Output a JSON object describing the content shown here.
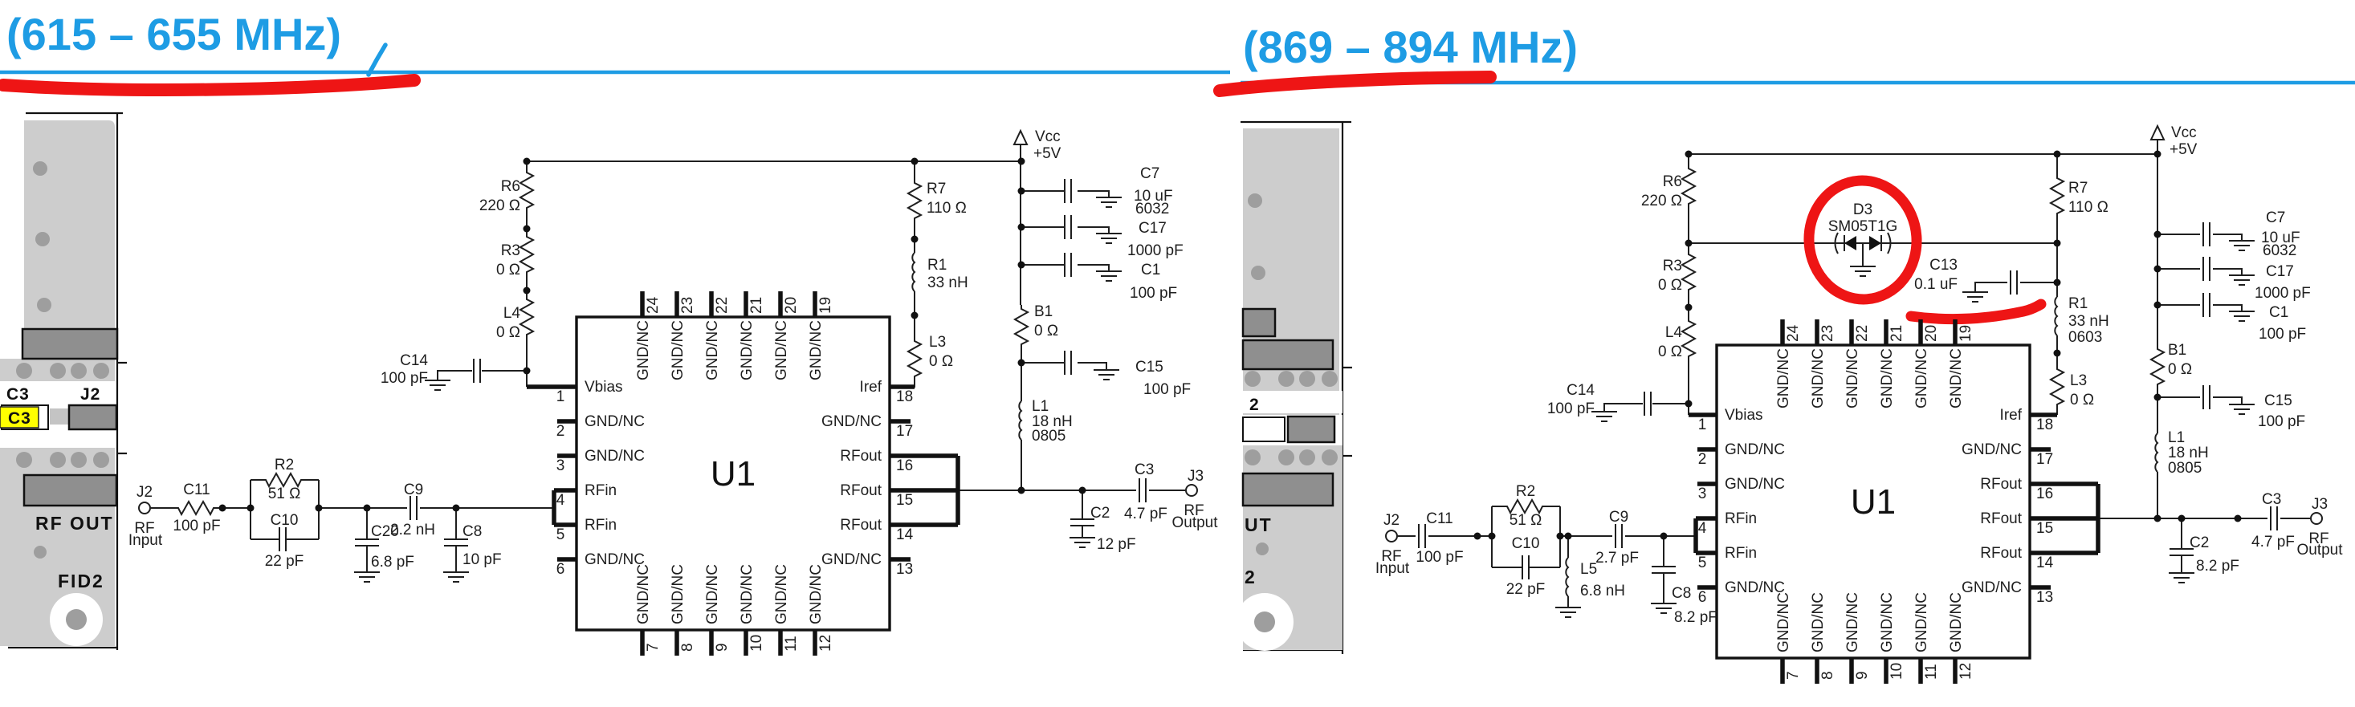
{
  "colors": {
    "accent_blue": "#1e9ce4",
    "annotation_red": "#ee1515"
  },
  "left": {
    "title": "(615 – 655 MHz)",
    "pcb": {
      "top_ref": "C3",
      "top_conn": "J2",
      "highlight": "C3",
      "port": "RF OUT",
      "fiducial": "FID2"
    },
    "supply": {
      "net": "Vcc",
      "voltage": "+5V"
    },
    "parts": {
      "r6": {
        "ref": "R6",
        "value": "220 Ω"
      },
      "r3": {
        "ref": "R3",
        "value": "0 Ω"
      },
      "l4": {
        "ref": "L4",
        "value": "0 Ω"
      },
      "c14": {
        "ref": "C14",
        "value": "100 pF"
      },
      "r7": {
        "ref": "R7",
        "value": "110 Ω"
      },
      "r1": {
        "ref": "R1",
        "value": "33 nH"
      },
      "l3": {
        "ref": "L3",
        "value": "0 Ω"
      },
      "c7": {
        "ref": "C7",
        "value": "10 uF",
        "pkg": "6032"
      },
      "c17": {
        "ref": "C17",
        "value": "1000 pF"
      },
      "c1": {
        "ref": "C1",
        "value": "100 pF"
      },
      "b1": {
        "ref": "B1",
        "value": "0 Ω"
      },
      "c15": {
        "ref": "C15",
        "value": "100 pF"
      },
      "l1": {
        "ref": "L1",
        "value": "18 nH",
        "pkg": "0805"
      },
      "j2": {
        "ref": "J2",
        "l1": "RF",
        "l2": "Input"
      },
      "c11": {
        "ref": "C11",
        "value": "100 pF"
      },
      "r2": {
        "ref": "R2",
        "value": "51 Ω"
      },
      "c10": {
        "ref": "C10",
        "value": "22 pF"
      },
      "c20": {
        "ref": "C20",
        "value": "6.8 pF"
      },
      "c9": {
        "ref": "C9",
        "value": "2.2 nH"
      },
      "c8": {
        "ref": "C8",
        "value": "10 pF"
      },
      "c2": {
        "ref": "C2",
        "value": "12 pF"
      },
      "c3": {
        "ref": "C3",
        "value": "4.7 pF"
      },
      "j3": {
        "ref": "J3",
        "l1": "RF",
        "l2": "Output"
      }
    },
    "ic": {
      "ref": "U1",
      "left": [
        {
          "n": "1",
          "label": "Vbias"
        },
        {
          "n": "2",
          "label": "GND/NC"
        },
        {
          "n": "3",
          "label": "GND/NC"
        },
        {
          "n": "4",
          "label": "RFin"
        },
        {
          "n": "5",
          "label": "RFin"
        },
        {
          "n": "6",
          "label": "GND/NC"
        }
      ],
      "right": [
        {
          "n": "18",
          "label": "Iref"
        },
        {
          "n": "17",
          "label": "GND/NC"
        },
        {
          "n": "16",
          "label": "RFout"
        },
        {
          "n": "15",
          "label": "RFout"
        },
        {
          "n": "14",
          "label": "RFout"
        },
        {
          "n": "13",
          "label": "GND/NC"
        }
      ],
      "top": [
        {
          "n": "24",
          "label": "GND/NC"
        },
        {
          "n": "23",
          "label": "GND/NC"
        },
        {
          "n": "22",
          "label": "GND/NC"
        },
        {
          "n": "21",
          "label": "GND/NC"
        },
        {
          "n": "20",
          "label": "GND/NC"
        },
        {
          "n": "19",
          "label": "GND/NC"
        }
      ],
      "bottom": [
        {
          "n": "7",
          "label": "GND/NC"
        },
        {
          "n": "8",
          "label": "GND/NC"
        },
        {
          "n": "9",
          "label": "GND/NC"
        },
        {
          "n": "10",
          "label": "GND/NC"
        },
        {
          "n": "11",
          "label": "GND/NC"
        },
        {
          "n": "12",
          "label": "GND/NC"
        }
      ]
    }
  },
  "right": {
    "title": "(869 – 894 MHz)",
    "pcb": {
      "top_conn": "2",
      "port": "UT",
      "fiducial": "2"
    },
    "supply": {
      "net": "Vcc",
      "voltage": "+5V"
    },
    "parts": {
      "r6": {
        "ref": "R6",
        "value": "220 Ω"
      },
      "d3": {
        "ref": "D3",
        "value": "SM05T1G"
      },
      "c13": {
        "ref": "C13",
        "value": "0.1 uF"
      },
      "r3": {
        "ref": "R3",
        "value": "0 Ω"
      },
      "l4": {
        "ref": "L4",
        "value": "0 Ω"
      },
      "c14": {
        "ref": "C14",
        "value": "100 pF"
      },
      "r7": {
        "ref": "R7",
        "value": "110 Ω"
      },
      "r1": {
        "ref": "R1",
        "value": "33 nH",
        "pkg": "0603"
      },
      "l3": {
        "ref": "L3",
        "value": "0 Ω"
      },
      "c7": {
        "ref": "C7",
        "value": "10 uF",
        "pkg": "6032"
      },
      "c17": {
        "ref": "C17",
        "value": "1000 pF"
      },
      "c1": {
        "ref": "C1",
        "value": "100 pF"
      },
      "b1": {
        "ref": "B1",
        "value": "0 Ω"
      },
      "c15": {
        "ref": "C15",
        "value": "100 pF"
      },
      "l1": {
        "ref": "L1",
        "value": "18 nH",
        "pkg": "0805"
      },
      "j2": {
        "ref": "J2",
        "l1": "RF",
        "l2": "Input"
      },
      "c11": {
        "ref": "C11",
        "value": "100 pF"
      },
      "r2": {
        "ref": "R2",
        "value": "51 Ω"
      },
      "c10": {
        "ref": "C10",
        "value": "22 pF"
      },
      "l5": {
        "ref": "L5",
        "value": "6.8 nH"
      },
      "c9": {
        "ref": "C9",
        "value": "2.7 pF"
      },
      "c8": {
        "ref": "C8",
        "value": "8.2 pF"
      },
      "c2": {
        "ref": "C2",
        "value": "8.2 pF"
      },
      "c3": {
        "ref": "C3",
        "value": "4.7 pF"
      },
      "j3": {
        "ref": "J3",
        "l1": "RF",
        "l2": "Output"
      }
    },
    "ic": {
      "ref": "U1",
      "left": [
        {
          "n": "1",
          "label": "Vbias"
        },
        {
          "n": "2",
          "label": "GND/NC"
        },
        {
          "n": "3",
          "label": "GND/NC"
        },
        {
          "n": "4",
          "label": "RFin"
        },
        {
          "n": "5",
          "label": "RFin"
        },
        {
          "n": "6",
          "label": "GND/NC"
        }
      ],
      "right": [
        {
          "n": "18",
          "label": "Iref"
        },
        {
          "n": "17",
          "label": "GND/NC"
        },
        {
          "n": "16",
          "label": "RFout"
        },
        {
          "n": "15",
          "label": "RFout"
        },
        {
          "n": "14",
          "label": "RFout"
        },
        {
          "n": "13",
          "label": "GND/NC"
        }
      ],
      "top": [
        {
          "n": "24",
          "label": "GND/NC"
        },
        {
          "n": "23",
          "label": "GND/NC"
        },
        {
          "n": "22",
          "label": "GND/NC"
        },
        {
          "n": "21",
          "label": "GND/NC"
        },
        {
          "n": "20",
          "label": "GND/NC"
        },
        {
          "n": "19",
          "label": "GND/NC"
        }
      ],
      "bottom": [
        {
          "n": "7",
          "label": "GND/NC"
        },
        {
          "n": "8",
          "label": "GND/NC"
        },
        {
          "n": "9",
          "label": "GND/NC"
        },
        {
          "n": "10",
          "label": "GND/NC"
        },
        {
          "n": "11",
          "label": "GND/NC"
        },
        {
          "n": "12",
          "label": "GND/NC"
        }
      ]
    }
  }
}
